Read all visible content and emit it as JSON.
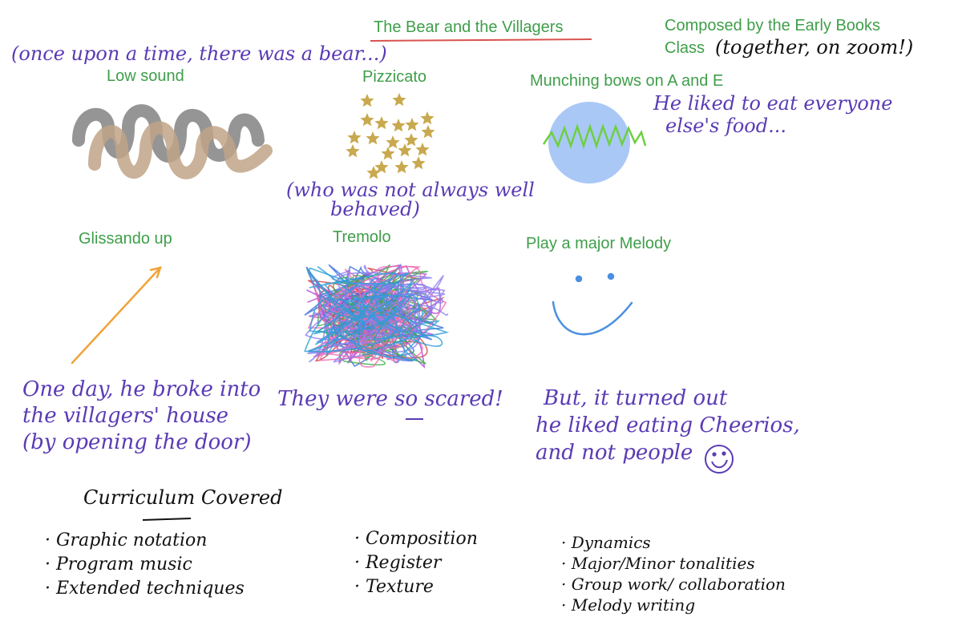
{
  "title": "The Bear and the Villagers",
  "credit": {
    "line1": "Composed by the Early Books",
    "line2": "Class",
    "handwritten": "(together, on zoom!)"
  },
  "story_intro": "(once upon a time, there was a bear...)",
  "techniques": {
    "low_sound": "Low sound",
    "pizzicato": "Pizzicato",
    "munching": "Munching bows on A and E",
    "glissando": "Glissando up",
    "tremolo": "Tremolo",
    "major_melody": "Play a major Melody"
  },
  "story_notes": {
    "food": [
      "He liked to eat everyone",
      "else's food..."
    ],
    "behaved": [
      "(who was not always well",
      "behaved)"
    ],
    "broke_in": [
      "One day, he broke into",
      "the villagers' house",
      "(by opening the door)"
    ],
    "scared": "They were so scared!",
    "cheerios": [
      "But, it turned out",
      "he liked eating Cheerios,",
      "and not people"
    ]
  },
  "curriculum": {
    "heading": "Curriculum Covered",
    "col1": [
      "· Graphic notation",
      "· Program music",
      "· Extended techniques"
    ],
    "col2": [
      "· Composition",
      "· Register",
      "· Texture"
    ],
    "col3": [
      "· Dynamics",
      "· Major/Minor tonalities",
      "· Group work/ collaboration",
      "· Melody writing"
    ]
  },
  "colors": {
    "typed_green": "#3f9e4a",
    "handwriting_purple": "#5a3bb5",
    "title_underline": "#d9534f",
    "star_gold": "#c9a94f",
    "circle_blue": "#a9c8f5",
    "zigzag_green": "#6fcf3f",
    "gliss_orange": "#f0a33a",
    "smile_blue": "#4a8fe0",
    "low_grey": "#8a8a8a",
    "low_tan": "#bfa587"
  },
  "icons": {
    "low_sound": "scribble-coil",
    "pizzicato": "star-cluster",
    "munching": "circle-with-zigzag",
    "glissando": "rising-arrow",
    "tremolo": "tangled-scribble",
    "major_melody": "smiley-face",
    "cheerios": "smiley-icon"
  }
}
